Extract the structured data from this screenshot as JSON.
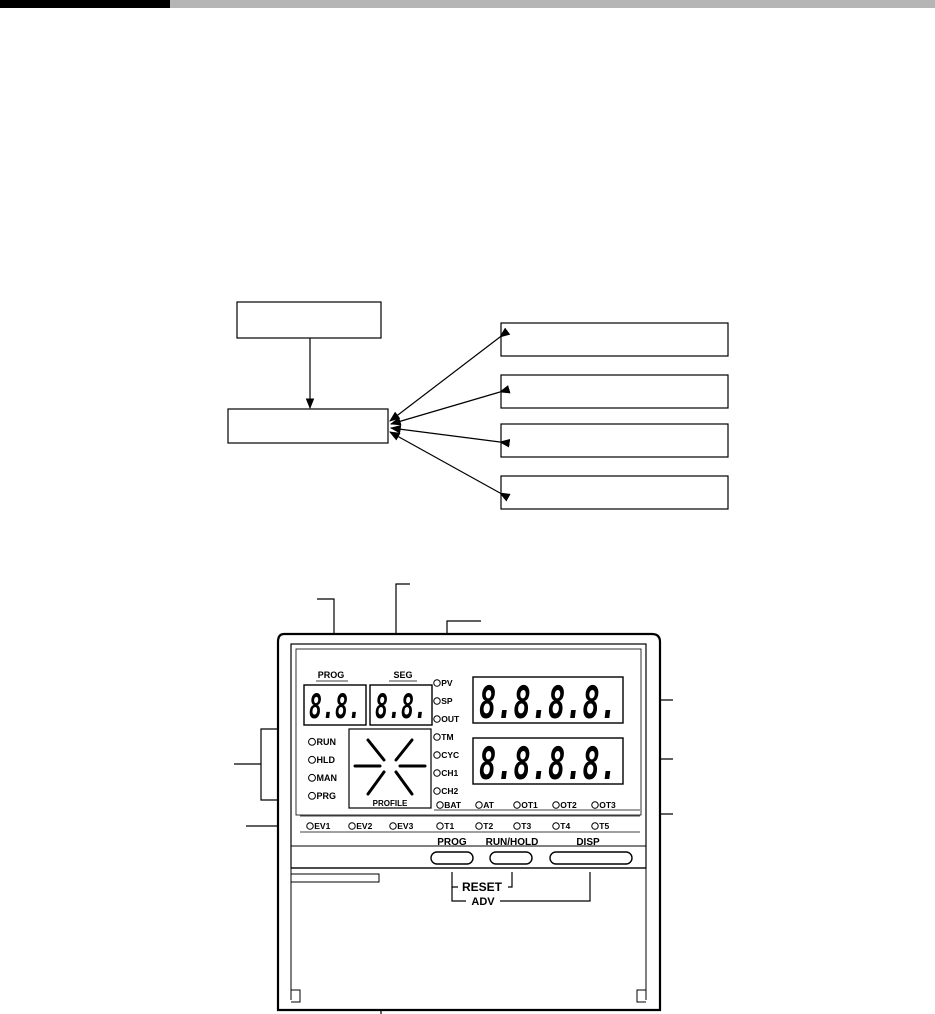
{
  "header": {
    "dark_bar_color": "#000000",
    "light_bar_color": "#b5b5b5"
  },
  "flow_diagram": {
    "source_box_text": "",
    "hub_box_text": "",
    "target_boxes": [
      "",
      "",
      "",
      ""
    ]
  },
  "panel": {
    "prog_label": "PROG",
    "seg_label": "SEG",
    "prog_digits": "8.8.",
    "seg_digits": "8.8.",
    "pv_digits": "8.8.8.8.",
    "sp_digits": "8.8.8.8.",
    "mode_indicators": [
      "RUN",
      "HLD",
      "MAN",
      "PRG"
    ],
    "value_indicators": [
      "PV",
      "SP",
      "OUT",
      "TM",
      "CYC",
      "CH1",
      "CH2"
    ],
    "status_row_top": [
      "BAT",
      "AT",
      "OT1",
      "OT2",
      "OT3"
    ],
    "status_row_bottom": [
      "T1",
      "T2",
      "T3",
      "T4",
      "T5"
    ],
    "event_indicators": [
      "EV1",
      "EV2",
      "EV3"
    ],
    "profile_label": "PROFILE",
    "key_labels": [
      "PROG",
      "RUN/HOLD",
      "DISP"
    ],
    "reset_label": "RESET",
    "adv_label": "ADV"
  }
}
